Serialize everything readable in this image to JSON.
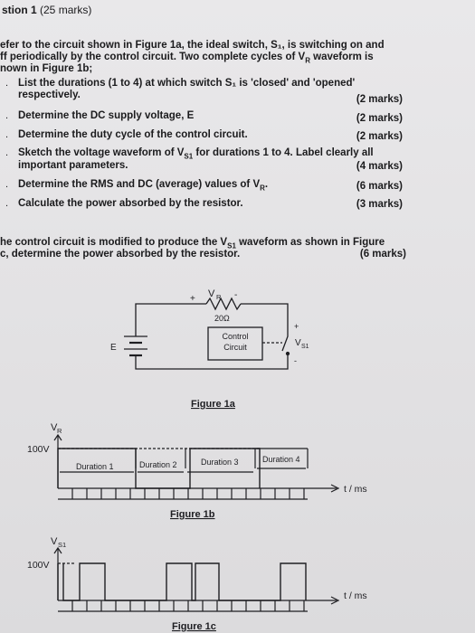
{
  "question": {
    "heading": "stion 1",
    "marks": "(25 marks)",
    "intro1": "efer to the circuit shown in ",
    "fig1a": "Figure 1a",
    "intro1b": ", the ideal switch, S₁, is switching on and",
    "intro2": "ff periodically by the control circuit. Two complete cycles of V",
    "intro2sub": "R",
    "intro2b": " waveform is",
    "intro3": "nown in ",
    "fig1b": "Figure 1b",
    "intro3b": ";",
    "items": [
      {
        "text": "List the durations (1 to 4) at which switch S₁ is 'closed' and 'opened'",
        "text2": "respectively.",
        "marks": "(2 marks)"
      },
      {
        "text": "Determine the DC supply voltage, E",
        "marks": "(2 marks)"
      },
      {
        "text": "Determine the duty cycle of the control circuit.",
        "marks": "(2 marks)"
      },
      {
        "text": "Sketch the voltage waveform of V",
        "sub": "S1",
        "textb": " for durations 1 to 4. Label clearly all",
        "text2": "important parameters.",
        "marks": "(4 marks)"
      },
      {
        "text": "Determine the RMS and DC (average) values of V",
        "sub": "R",
        "textb": ".",
        "marks": "(6 marks)"
      },
      {
        "text": "Calculate the power absorbed by the resistor.",
        "marks": "(3 marks)"
      }
    ],
    "part2_line1a": "he control circuit is modified to produce the V",
    "part2_sub": "S1",
    "part2_line1b": " waveform as shown in ",
    "part2_fig": "Figure",
    "part2_line2": "c, determine the power absorbed by the resistor.",
    "part2_marks": "(6 marks)"
  },
  "circuit": {
    "vr_plus": "+",
    "vr_label": "V",
    "vr_sub": "R",
    "vr_minus": "-",
    "resistor": "20Ω",
    "source": "E",
    "control1": "Control",
    "control2": "Circuit",
    "sw_plus": "+",
    "sw_minus": "-",
    "vs_label": "V",
    "vs_sub": "S1",
    "caption": "Figure 1a"
  },
  "fig1b": {
    "ylabel": "V",
    "ysub": "R",
    "level": "100V",
    "d1": "Duration 1",
    "d2": "Duration 2",
    "d3": "Duration 3",
    "d4": "Duration 4",
    "xlabel": "t / ms",
    "caption": "Figure 1b"
  },
  "fig1c": {
    "ylabel": "V",
    "ysub": "S1",
    "level": "100V",
    "xlabel": "t / ms",
    "caption": "Figure 1c"
  }
}
